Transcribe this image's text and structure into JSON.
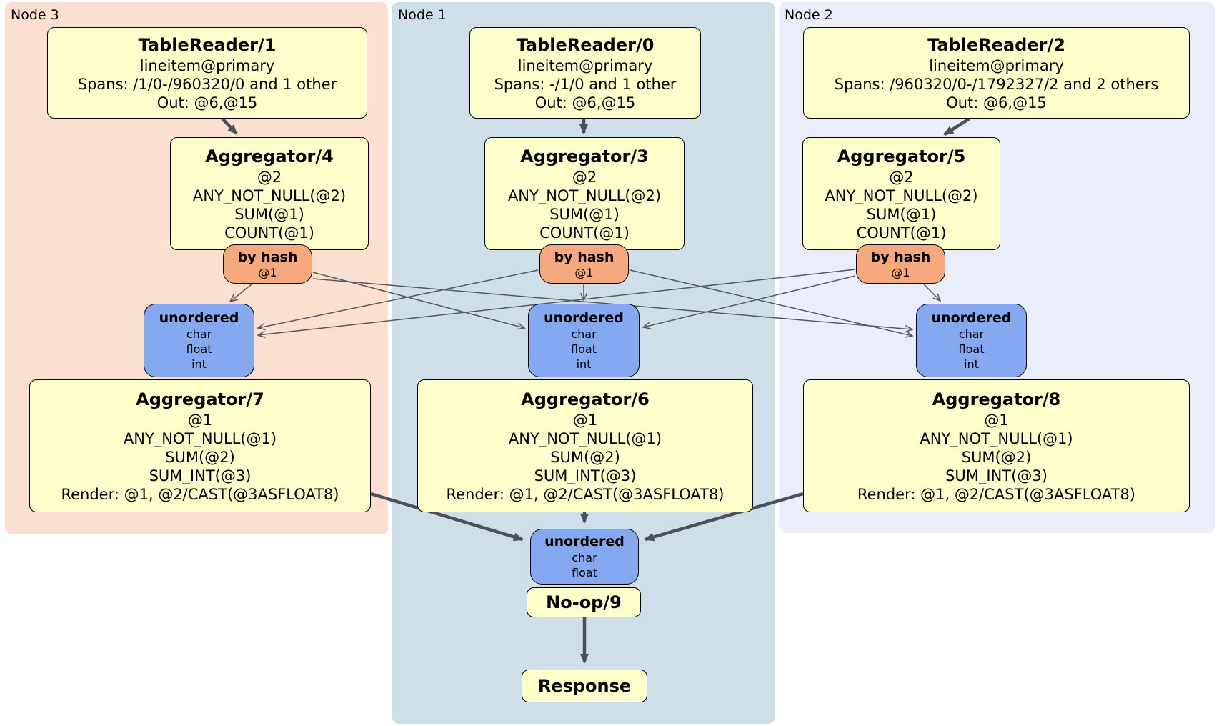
{
  "groups": [
    {
      "label": "Node 3"
    },
    {
      "label": "Node 1"
    },
    {
      "label": "Node 2"
    }
  ],
  "boxes": {
    "tr1": {
      "title": "TableReader/1",
      "lines": [
        "lineitem@primary",
        "Spans: /1/0-/960320/0 and 1 other",
        "Out: @6,@15"
      ]
    },
    "tr0": {
      "title": "TableReader/0",
      "lines": [
        "lineitem@primary",
        "Spans: -/1/0 and 1 other",
        "Out: @6,@15"
      ]
    },
    "tr2": {
      "title": "TableReader/2",
      "lines": [
        "lineitem@primary",
        "Spans: /960320/0-/1792327/2 and 2 others",
        "Out: @6,@15"
      ]
    },
    "agg4": {
      "title": "Aggregator/4",
      "lines": [
        "@2",
        "ANY_NOT_NULL(@2)",
        "SUM(@1)",
        "COUNT(@1)"
      ]
    },
    "agg3": {
      "title": "Aggregator/3",
      "lines": [
        "@2",
        "ANY_NOT_NULL(@2)",
        "SUM(@1)",
        "COUNT(@1)"
      ]
    },
    "agg5": {
      "title": "Aggregator/5",
      "lines": [
        "@2",
        "ANY_NOT_NULL(@2)",
        "SUM(@1)",
        "COUNT(@1)"
      ]
    },
    "agg7": {
      "title": "Aggregator/7",
      "lines": [
        "@1",
        "ANY_NOT_NULL(@1)",
        "SUM(@2)",
        "SUM_INT(@3)",
        "Render: @1, @2/CAST(@3ASFLOAT8)"
      ]
    },
    "agg6": {
      "title": "Aggregator/6",
      "lines": [
        "@1",
        "ANY_NOT_NULL(@1)",
        "SUM(@2)",
        "SUM_INT(@3)",
        "Render: @1, @2/CAST(@3ASFLOAT8)"
      ]
    },
    "agg8": {
      "title": "Aggregator/8",
      "lines": [
        "@1",
        "ANY_NOT_NULL(@1)",
        "SUM(@2)",
        "SUM_INT(@3)",
        "Render: @1, @2/CAST(@3ASFLOAT8)"
      ]
    },
    "noop": {
      "title": "No-op/9"
    },
    "response": {
      "title": "Response"
    }
  },
  "routers": {
    "byhash3": {
      "title": "by hash",
      "detail": "@1"
    },
    "byhash1": {
      "title": "by hash",
      "detail": "@1"
    },
    "byhash2": {
      "title": "by hash",
      "detail": "@1"
    }
  },
  "syncs": {
    "unord3": {
      "title": "unordered",
      "lines": [
        "char",
        "float",
        "int"
      ]
    },
    "unord1": {
      "title": "unordered",
      "lines": [
        "char",
        "float",
        "int"
      ]
    },
    "unord2": {
      "title": "unordered",
      "lines": [
        "char",
        "float",
        "int"
      ]
    },
    "unordFinal": {
      "title": "unordered",
      "lines": [
        "char",
        "float"
      ]
    }
  },
  "colors": {
    "processor_fill": "#ffffcc",
    "router_fill": "#f6a87e",
    "sync_fill": "#84a9f1",
    "node3_band": "#fbdfd0",
    "node1_band": "#cfdfe9",
    "node2_band": "#e9eefa",
    "edge_thick": "#4b5257",
    "edge_thin": "#55595c",
    "border": "#000000"
  }
}
